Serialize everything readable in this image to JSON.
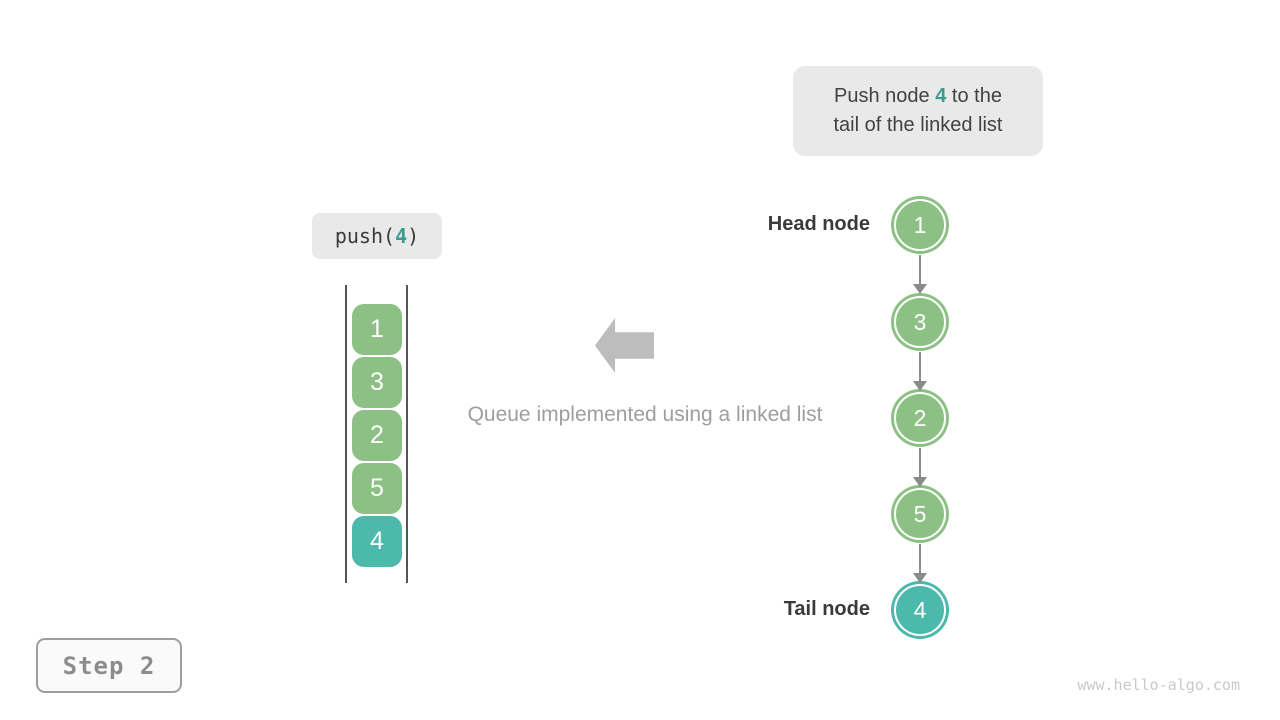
{
  "colors": {
    "node_green": "#8CC084",
    "node_teal": "#4DB8AC",
    "accent_teal": "#3A9D8E",
    "label_dark": "#3A3A3A",
    "callout_bg": "#E9E9E9",
    "callout_text": "#424242",
    "wall_gray": "#555555",
    "link_arrow_gray": "#8A8A8A",
    "block_arrow_gray": "#BDBDBD",
    "caption_gray": "#9E9E9E",
    "step_border": "#9E9E9E",
    "step_text": "#8C8C8C",
    "watermark_gray": "#C9C9C9"
  },
  "callout": {
    "line1_prefix": "Push node ",
    "value": "4",
    "line1_suffix": " to the",
    "line2": "tail of the linked list"
  },
  "push_call": {
    "prefix": "push(",
    "arg": "4",
    "suffix": ")"
  },
  "queue": {
    "items": [
      {
        "value": "1",
        "type": "green"
      },
      {
        "value": "3",
        "type": "green"
      },
      {
        "value": "2",
        "type": "green"
      },
      {
        "value": "5",
        "type": "green"
      },
      {
        "value": "4",
        "type": "teal"
      }
    ]
  },
  "caption": "Queue implemented using a linked list",
  "linked_list": {
    "head_label": "Head node",
    "tail_label": "Tail node",
    "nodes": [
      {
        "value": "1",
        "type": "green"
      },
      {
        "value": "3",
        "type": "green"
      },
      {
        "value": "2",
        "type": "green"
      },
      {
        "value": "5",
        "type": "green"
      },
      {
        "value": "4",
        "type": "teal"
      }
    ]
  },
  "step_badge": "Step 2",
  "watermark": "www.hello-algo.com"
}
